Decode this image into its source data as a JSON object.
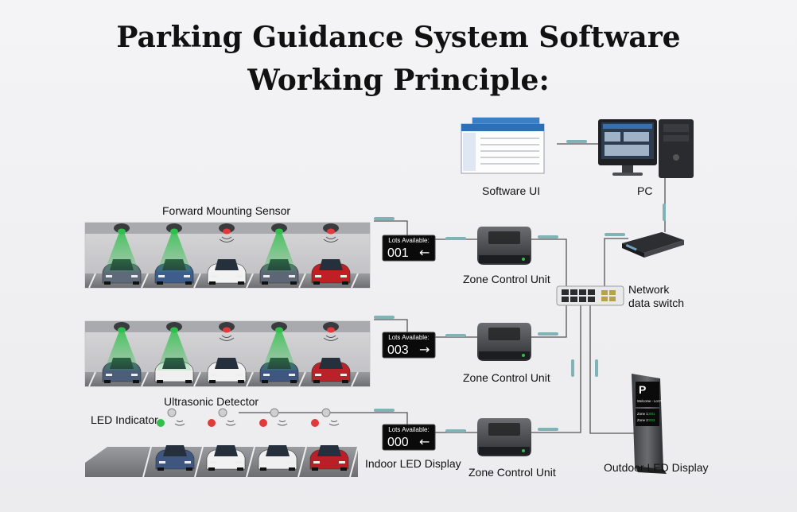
{
  "title": {
    "line1": "Parking Guidance System Software",
    "line2": "Working Principle:"
  },
  "labels": {
    "software_ui": "Software UI",
    "pc": "PC",
    "forward_sensor": "Forward Mounting Sensor",
    "ultrasonic": "Ultrasonic Detector",
    "led_indicator": "LED Indicator",
    "zone_control": "Zone Control Unit",
    "network_switch_line1": "Network",
    "network_switch_line2": "data switch",
    "indoor_led": "Indoor LED Display",
    "outdoor_led": "Outdoor LED Display"
  },
  "displays": [
    {
      "heading": "Lots Available:",
      "number": "001",
      "arrow": "←"
    },
    {
      "heading": "Lots Available:",
      "number": "003",
      "arrow": "→"
    },
    {
      "heading": "Lots Available:",
      "number": "000",
      "arrow": "←"
    }
  ],
  "outdoor_sign": {
    "letter": "P",
    "welcome": "Welcome - Lot P",
    "zone1_label": "Zone 1:",
    "zone1_value": "001",
    "zone2_label": "Zone 2:",
    "zone2_value": "003"
  },
  "colors": {
    "green": "#2fbf4a",
    "red": "#e03a3a",
    "cable": "#555",
    "display_bg": "#0a0a0a"
  },
  "lanes": [
    {
      "sensor_states": [
        "green",
        "green",
        "red",
        "green",
        "red"
      ],
      "cars": [
        "#5e6a7a",
        "#3e5c8c",
        "#f2f2f2",
        "#5c6675",
        "#c01f25"
      ]
    },
    {
      "sensor_states": [
        "green",
        "green",
        "red",
        "green",
        "red"
      ],
      "cars": [
        "#4b5d78",
        "#f0f0f0",
        "#f2f2f2",
        "#3f5780",
        "#b8232a"
      ]
    },
    {
      "sensor_states": [
        "green",
        "red",
        "red",
        "red"
      ],
      "cars": [
        "#3f5780",
        "#f2f2f2",
        "#f0f0f0",
        "#b81f27"
      ]
    }
  ]
}
